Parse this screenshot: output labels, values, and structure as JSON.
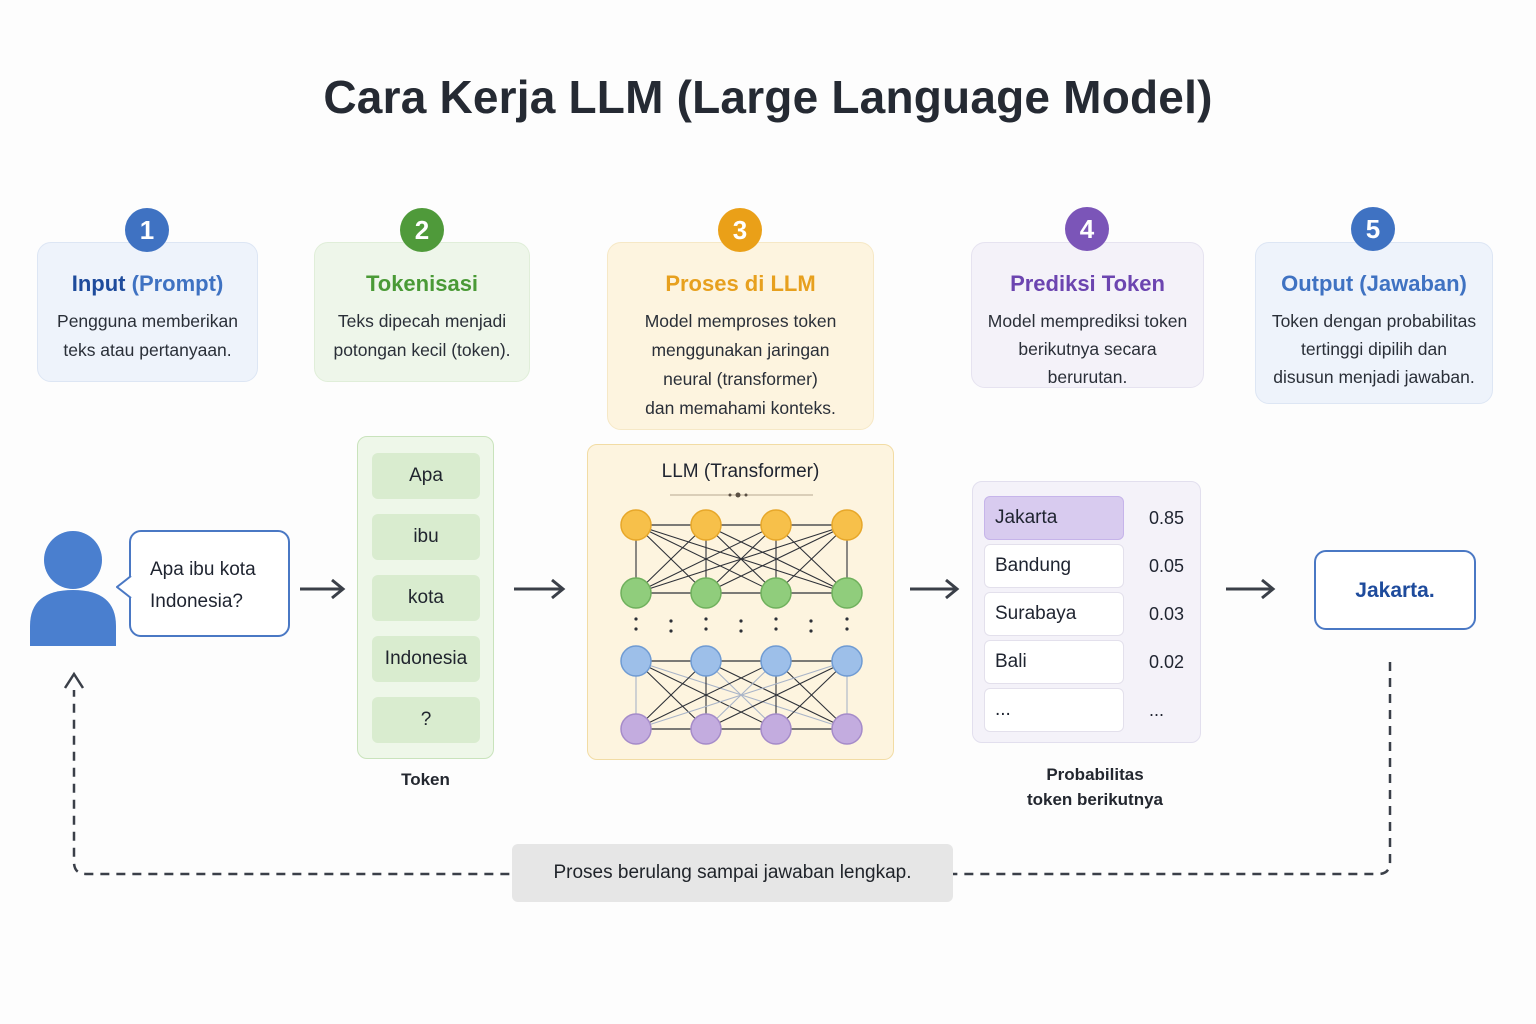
{
  "title": "Cara Kerja LLM (Large Language Model)",
  "steps": [
    {
      "number": "1",
      "title_a": "Input",
      "title_b": " (Prompt)",
      "desc": [
        "Pengguna memberikan",
        "teks atau pertanyaan."
      ],
      "color": "#3f72c2"
    },
    {
      "number": "2",
      "title_a": "Tokenisasi",
      "title_b": "",
      "desc": [
        "Teks dipecah menjadi",
        "potongan kecil (token)."
      ],
      "color": "#4f9a3a"
    },
    {
      "number": "3",
      "title_a": "Proses di LLM",
      "title_b": "",
      "desc": [
        "Model memproses token",
        "menggunakan jaringan",
        "neural (transformer)",
        "dan memahami konteks."
      ],
      "color": "#eaa018"
    },
    {
      "number": "4",
      "title_a": "Prediksi Token",
      "title_b": "",
      "desc": [
        "Model memprediksi token",
        "berikutnya secara",
        "berurutan."
      ],
      "color": "#7b55b8"
    },
    {
      "number": "5",
      "title_a": "Output",
      "title_b": " (Jawaban)",
      "desc": [
        "Token dengan probabilitas",
        "tertinggi dipilih dan",
        "disusun menjadi jawaban."
      ],
      "color": "#3f72c2"
    }
  ],
  "prompt_lines": [
    "Apa ibu kota",
    "Indonesia?"
  ],
  "tokens": [
    "Apa",
    "ibu",
    "kota",
    "Indonesia",
    "?"
  ],
  "tokens_caption": "Token",
  "llm_label": "LLM (Transformer)",
  "predictions": [
    {
      "token": "Jakarta",
      "prob": "0.85"
    },
    {
      "token": "Bandung",
      "prob": "0.05"
    },
    {
      "token": "Surabaya",
      "prob": "0.03"
    },
    {
      "token": "Bali",
      "prob": "0.02"
    },
    {
      "token": "...",
      "prob": "..."
    }
  ],
  "prediction_caption": [
    "Probabilitas",
    "token berikutnya"
  ],
  "output_text": "Jakarta.",
  "loop_text": "Proses berulang sampai jawaban lengkap.",
  "colors": {
    "blue": "#3f72c2",
    "green": "#4f9a3a",
    "orange": "#eaa018",
    "purple": "#7b55b8",
    "node_orange": "#f7c04a",
    "node_green": "#90cd7c",
    "node_blue": "#9dbfe9",
    "node_purple": "#c3acdf"
  }
}
